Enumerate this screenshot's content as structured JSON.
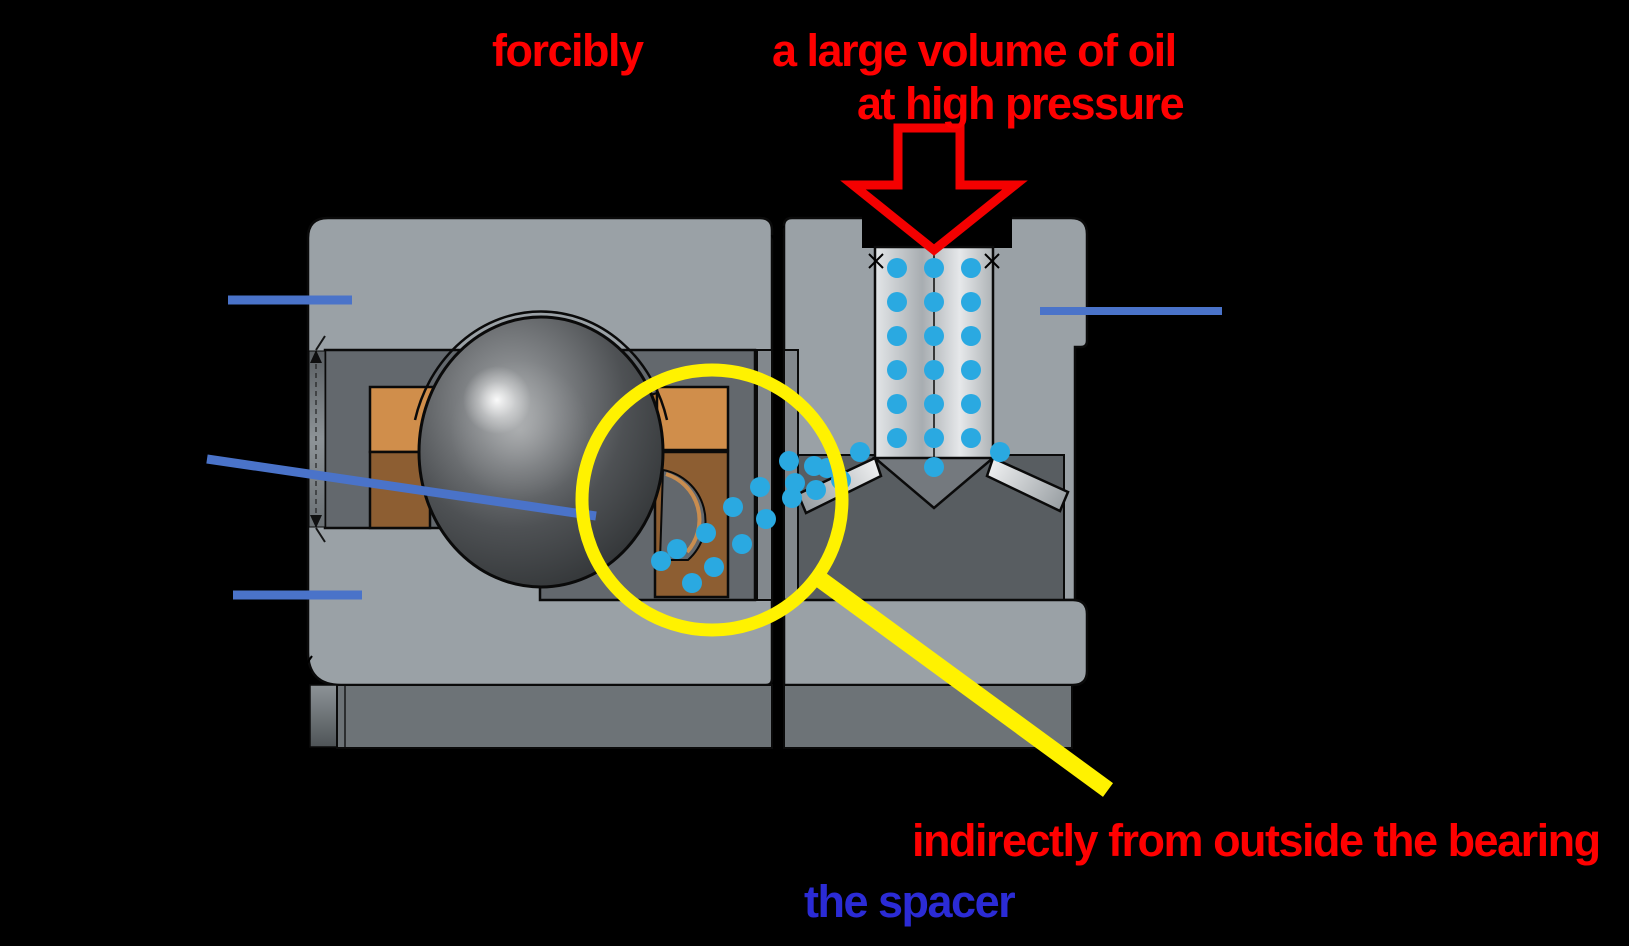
{
  "slide": {
    "background": "#000000",
    "labels": {
      "forcibly": "forcibly",
      "oil_volume_line1": "a large volume of oil",
      "oil_volume_line2": "at high pressure",
      "indirect_note": "indirectly from outside the bearing",
      "spacer_note": "the spacer"
    },
    "colors": {
      "annotation_red": "#ff0000",
      "annotation_blue_text": "#2b2bd5",
      "pointer_line_blue": "#4a73c9",
      "magnifier_yellow": "#fff200",
      "oil_dot_blue": "#2aa9e1",
      "bearing_body_gray": "#9aa1a6",
      "cavity_gray": "#63686d",
      "cage_orange": "#d08e4b",
      "cage_brown": "#8d5e32",
      "ball_gray": "#4e5154"
    },
    "diagram": {
      "type": "bearing-oil-lubrication-cross-section",
      "parts": [
        "outer-ring",
        "ball",
        "cage",
        "inner-ring",
        "spacer-ring",
        "oil-nozzle-channel",
        "oil-droplets",
        "magnifier-highlight",
        "oil-flow-arrow",
        "pointer-lines"
      ]
    }
  }
}
